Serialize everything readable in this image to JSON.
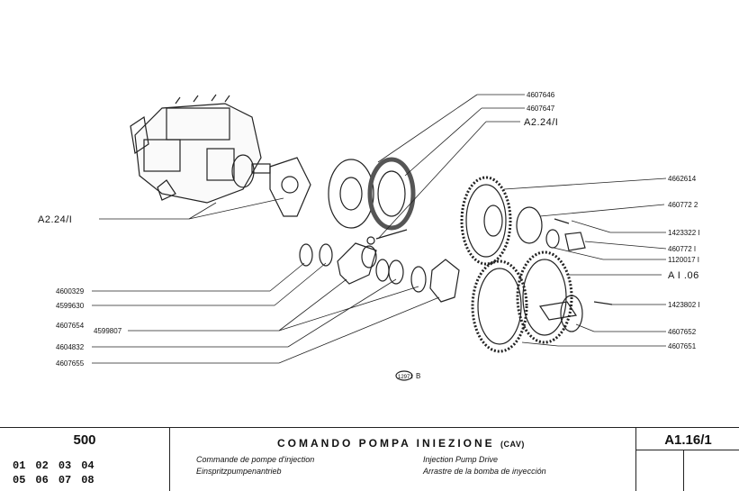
{
  "diagram": {
    "labels_right": [
      "4607646",
      "4607647",
      "A2.24/I",
      "4662614",
      "460772 2",
      "1423322 I",
      "460772 I",
      "1120017 I",
      "A I .06",
      "1423802 I",
      "4607652",
      "4607651"
    ],
    "labels_left": [
      "A2.24/I",
      "4600329",
      "4599630",
      "4607654",
      "4599807",
      "4604832",
      "4607655"
    ],
    "figure_id": "12971",
    "figure_suffix": "B"
  },
  "footer": {
    "model": "500",
    "codes_row1": [
      "01",
      "02",
      "03",
      "04"
    ],
    "codes_row2": [
      "05",
      "06",
      "07",
      "08"
    ],
    "title_main": "COMANDO POMPA INIEZIONE",
    "title_sub": "(CAV)",
    "fr": "Commande de pompe d'injection",
    "de": "Einspritzpumpenantrieb",
    "en": "Injection Pump Drive",
    "es": "Arrastre de la bomba de inyección",
    "page_ref": "A1.16/1"
  }
}
